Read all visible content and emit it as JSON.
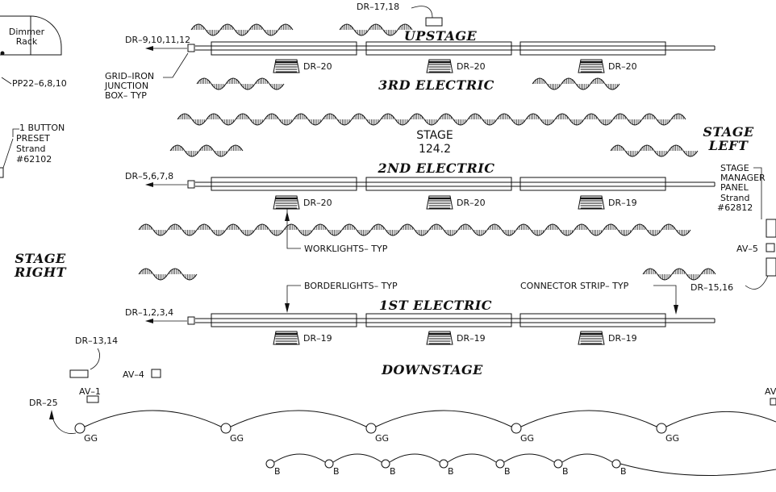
{
  "labels": {
    "dimmer_rack": [
      "Dimmer",
      "Rack"
    ],
    "pp22": "PP22–6,8,10",
    "dr_17_18": "DR–17,18",
    "dr_9_12": "DR–9,10,11,12",
    "gridiron": [
      "GRID–IRON",
      "JUNCTION",
      "BOX– TYP"
    ],
    "button_preset": [
      "1  BUTTON",
      "PRESET",
      "Strand",
      "#62102"
    ],
    "dr_5_8": "DR–5,6,7,8",
    "dr_1_4": "DR–1,2,3,4",
    "dr_13_14": "DR–13,14",
    "av_4": "AV–4",
    "av_1": "AV–1",
    "dr_25": "DR–25",
    "stage_manager": [
      "STAGE",
      "MANAGER",
      "PANEL",
      "Strand",
      "#62812"
    ],
    "av_5": "AV–5",
    "dr_15_16": "DR–15,16",
    "av_edge": "AV",
    "worklights": "WORKLIGHTS– TYP",
    "borderlights": "BORDERLIGHTS– TYP",
    "connector_strip": "CONNECTOR STRIP– TYP",
    "stage_name": "STAGE",
    "stage_number": "124.2"
  },
  "zones": {
    "upstage": "UPSTAGE",
    "third_electric": "3RD ELECTRIC",
    "second_electric": "2ND ELECTRIC",
    "first_electric": "1ST ELECTRIC",
    "downstage": "DOWNSTAGE",
    "stage_left": [
      "STAGE",
      "LEFT"
    ],
    "stage_right": [
      "STAGE",
      "RIGHT"
    ]
  },
  "receptacles": {
    "third": [
      "DR–20",
      "DR–20",
      "DR–20"
    ],
    "second": [
      "DR–20",
      "DR–20",
      "DR–19"
    ],
    "first": [
      "DR–19",
      "DR–19",
      "DR–19"
    ]
  },
  "gg_labels": [
    "GG",
    "GG",
    "GG",
    "GG",
    "GG"
  ],
  "b_labels": [
    "B",
    "B",
    "B",
    "B",
    "B",
    "B",
    "B"
  ]
}
